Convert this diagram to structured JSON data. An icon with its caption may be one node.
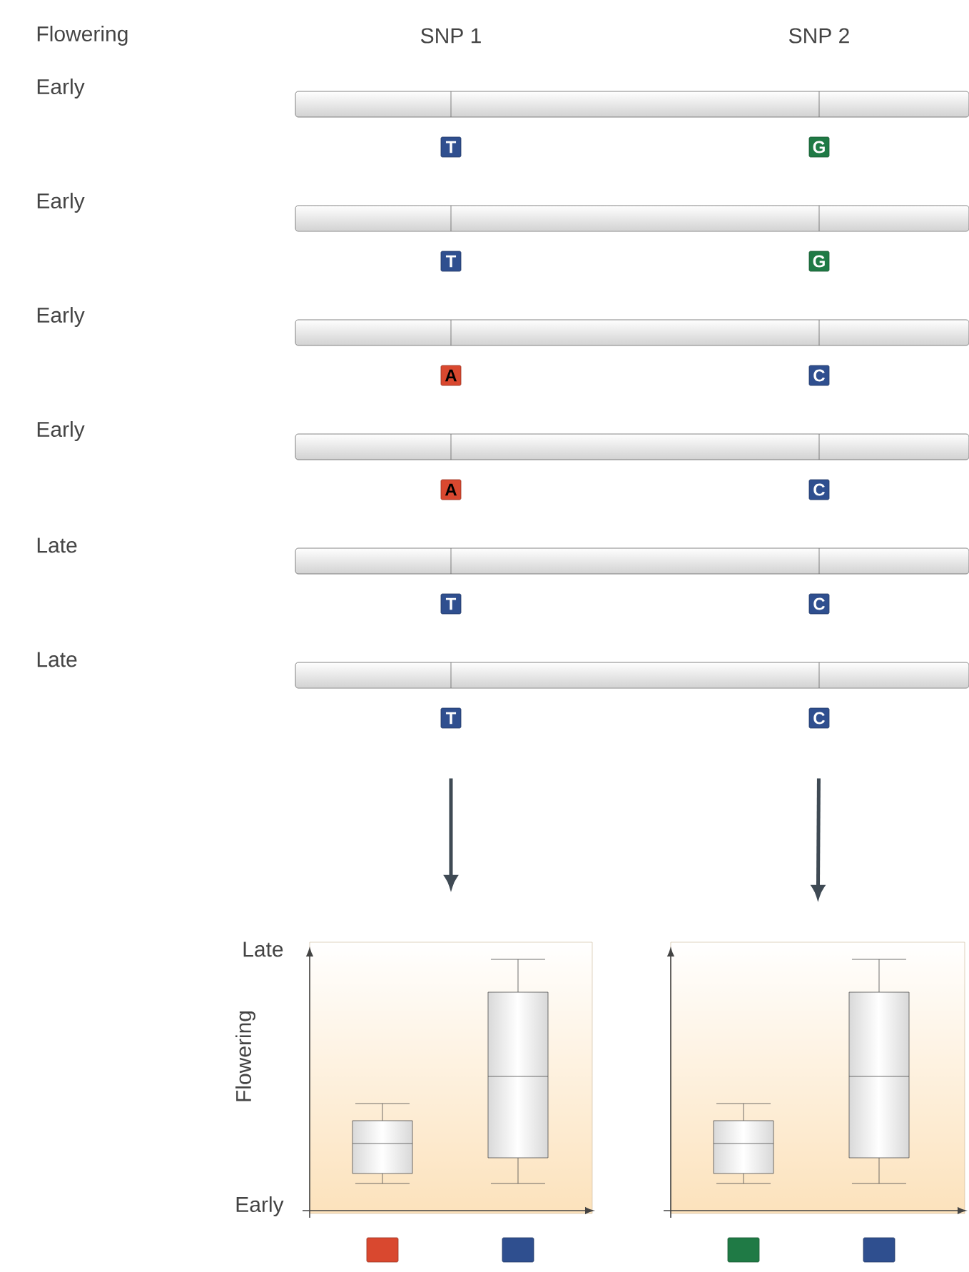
{
  "diagram": {
    "nodes": [
      {
        "text": [
          "T"
        ]
      },
      {
        "text": [
          "G"
        ]
      },
      {
        "text": [
          "T"
        ]
      },
      {
        "text": [
          "G"
        ]
      },
      {
        "text": [
          "A"
        ]
      },
      {
        "text": [
          "C"
        ]
      },
      {
        "text": [
          "A"
        ]
      },
      {
        "text": [
          "C"
        ]
      },
      {
        "text": [
          "T"
        ]
      },
      {
        "text": [
          "C"
        ]
      },
      {
        "text": [
          "T"
        ]
      },
      {
        "text": [
          "C"
        ]
      },
      {
        "text": [],
        "shape": "box"
      },
      {
        "text": [],
        "shape": "box"
      }
    ],
    "edges": [
      {
        "from": 10,
        "to": 12,
        "arrow": "to"
      },
      {
        "from": 11,
        "to": 13,
        "arrow": "to"
      }
    ],
    "labels": [
      "Flowering",
      "SNP 1",
      "SNP 2",
      "Early",
      "Early",
      "Early",
      "Early",
      "Late",
      "Late",
      "Late",
      "Flowering",
      "Early"
    ]
  }
}
